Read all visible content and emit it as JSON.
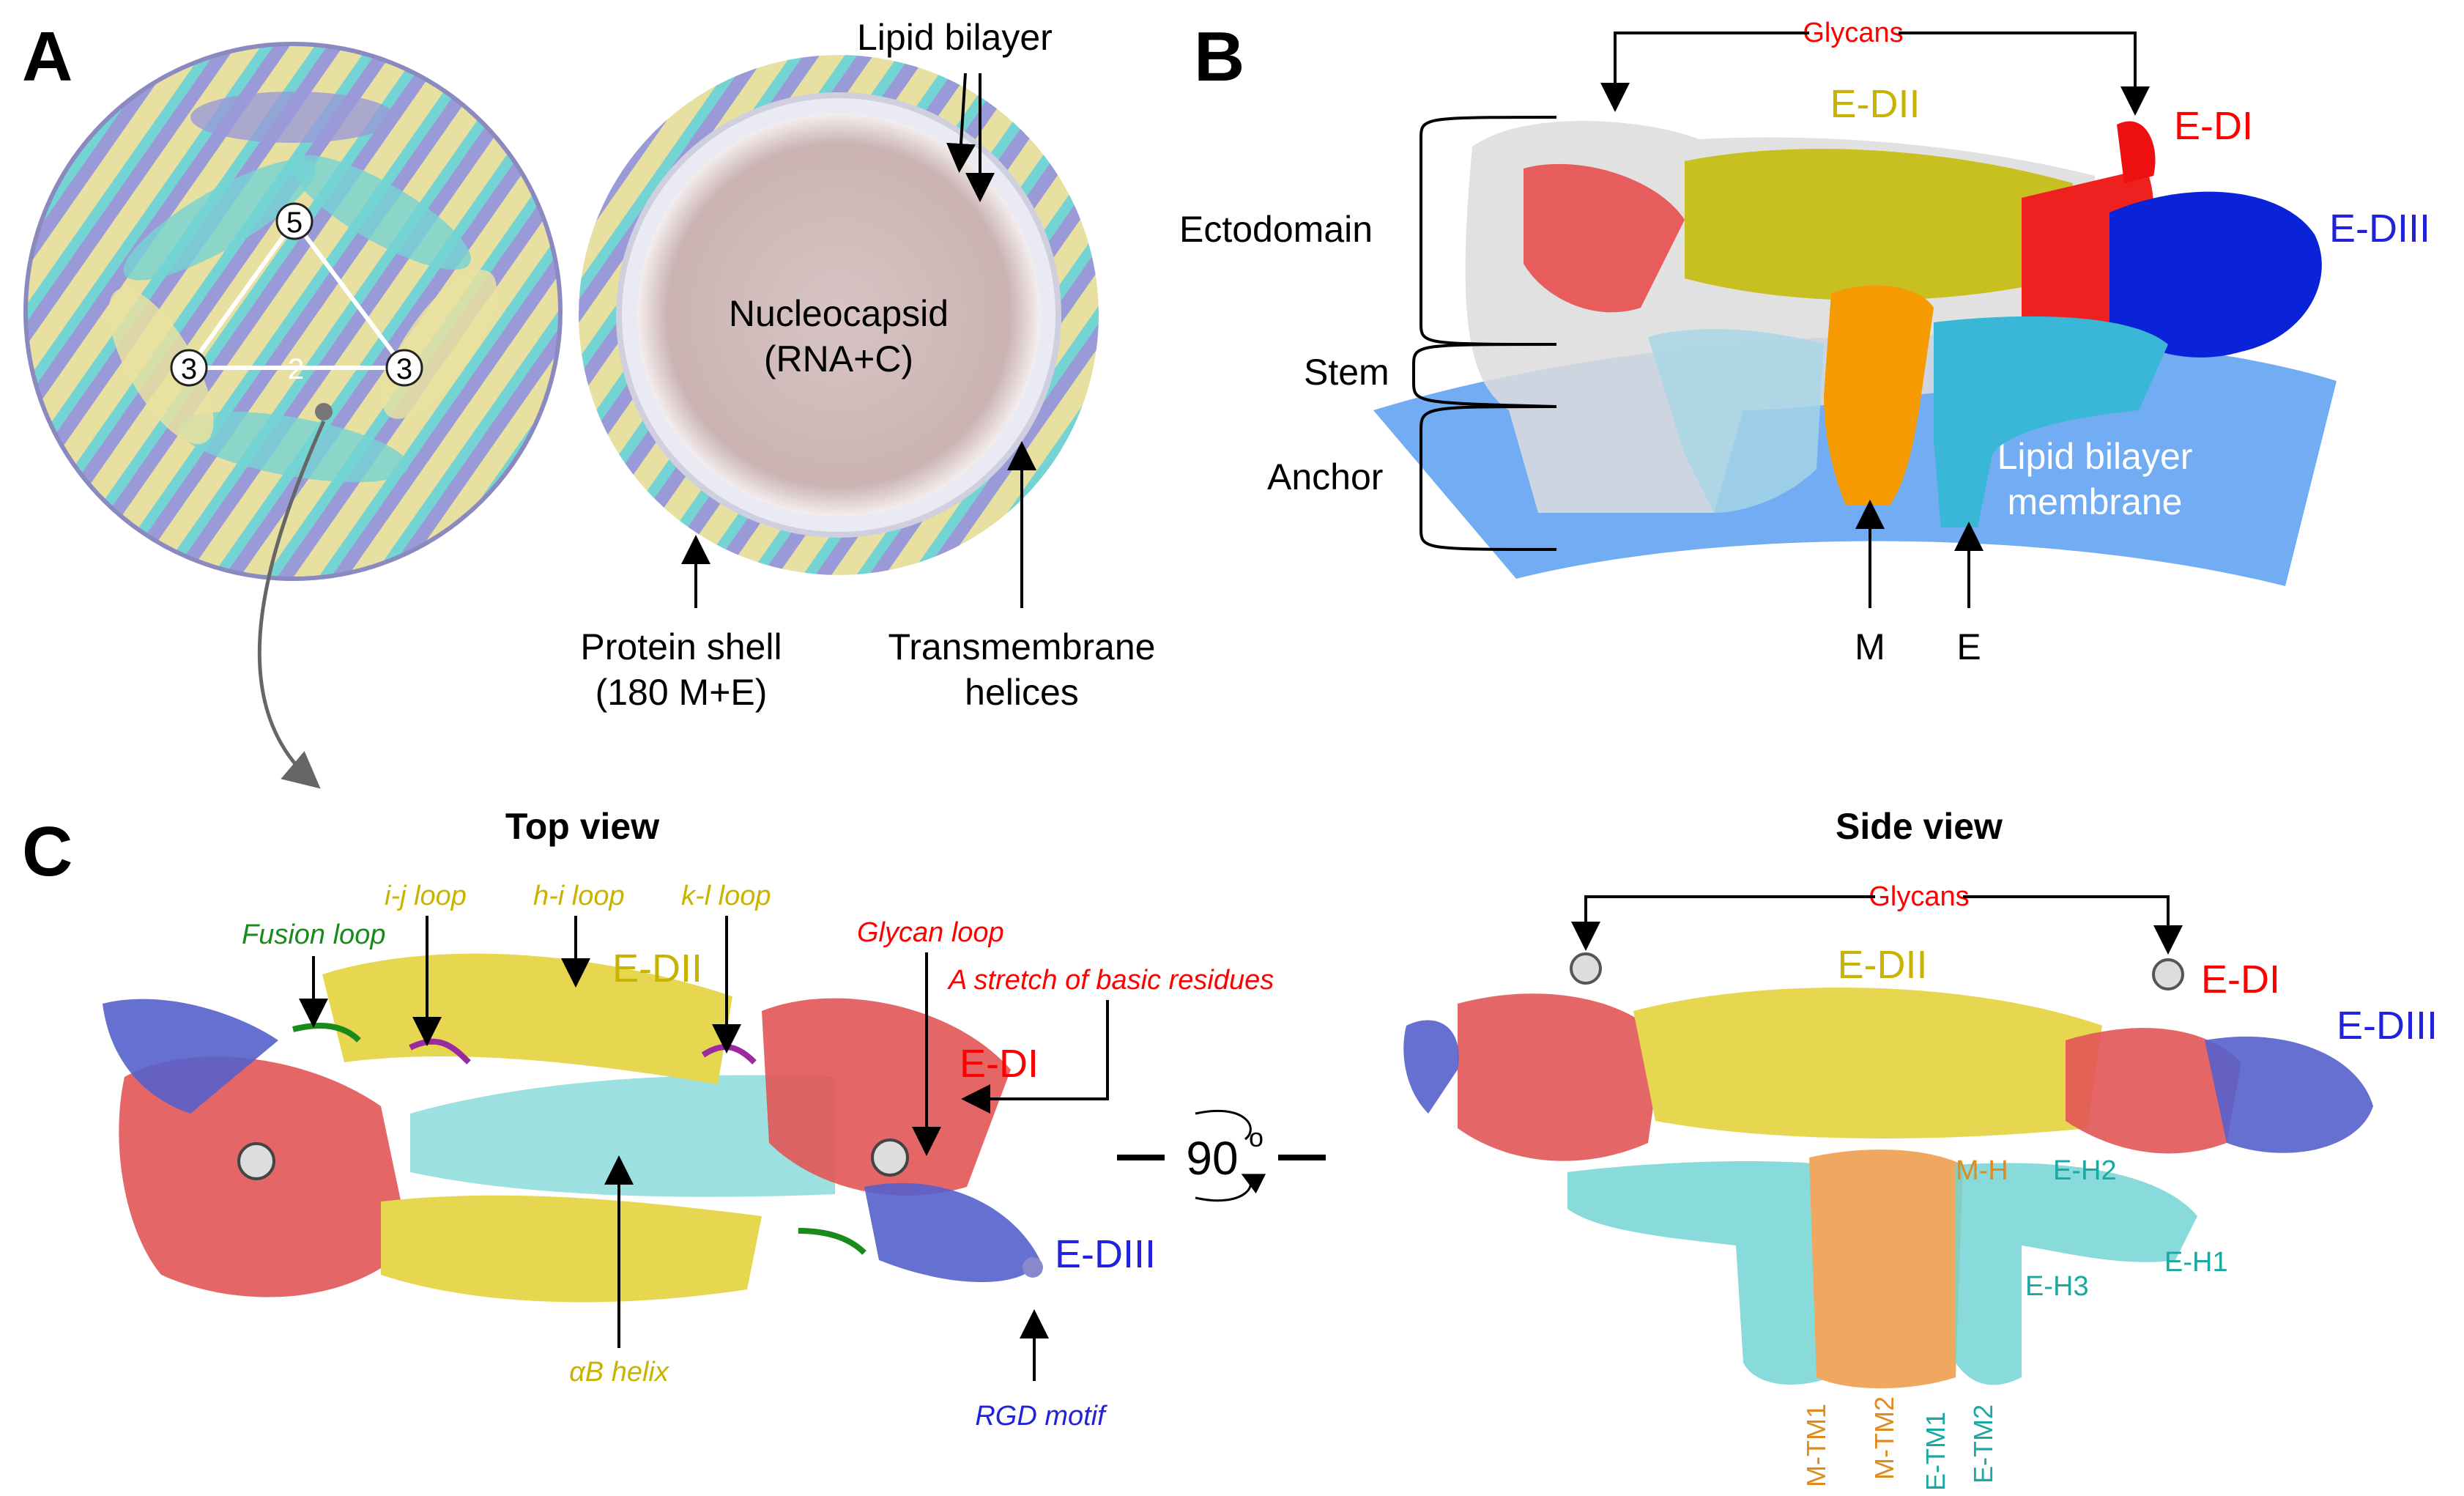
{
  "panels": {
    "a": {
      "letter": "A",
      "symmetry": {
        "five": "5",
        "three_left": "3",
        "two": "2",
        "three_right": "3"
      },
      "labels": {
        "lipid_bilayer": "Lipid bilayer",
        "nucleocapsid_line1": "Nucleocapsid",
        "nucleocapsid_line2": "(RNA+C)",
        "protein_shell_line1": "Protein shell",
        "protein_shell_line2": "(180 M+E)",
        "transmembrane_line1": "Transmembrane",
        "transmembrane_line2": "helices"
      }
    },
    "b": {
      "letter": "B",
      "labels": {
        "glycans": "Glycans",
        "e_dii": "E-DII",
        "e_di": "E-DI",
        "e_diii": "E-DIII",
        "ectodomain": "Ectodomain",
        "stem": "Stem",
        "anchor": "Anchor",
        "lipid_membrane_line1": "Lipid bilayer",
        "lipid_membrane_line2": "membrane",
        "m": "M",
        "e": "E"
      }
    },
    "c": {
      "letter": "C",
      "top_view": {
        "title": "Top view",
        "fusion_loop": "Fusion loop",
        "ij_loop": "i-j loop",
        "hi_loop": "h-i loop",
        "kl_loop": "k-l loop",
        "glycan_loop": "Glycan loop",
        "basic_residues": "A stretch of basic residues",
        "e_dii": "E-DII",
        "e_di": "E-DI",
        "e_diii": "E-DIII",
        "ab_helix": "αB helix",
        "rgd_motif": "RGD motif"
      },
      "rotation": {
        "angle": "90",
        "degree": "o"
      },
      "side_view": {
        "title": "Side view",
        "glycans": "Glycans",
        "e_dii": "E-DII",
        "e_di": "E-DI",
        "e_diii": "E-DIII",
        "m_h": "M-H",
        "e_h2": "E-H2",
        "e_h1": "E-H1",
        "e_h3": "E-H3",
        "m_tm1": "M-TM1",
        "m_tm2": "M-TM2",
        "e_tm1": "E-TM1",
        "e_tm2": "E-TM2"
      }
    }
  },
  "colors": {
    "text": "#000000",
    "red": "#ff0000",
    "yellow_text": "#c8b400",
    "blue_text": "#2222dd",
    "violet_text": "#4444cc",
    "green_text": "#1a8a1a",
    "orange_text": "#e08a20",
    "teal_text": "#1aa8a0",
    "cyan": "#74d3d3",
    "lavender": "#9a9ad8",
    "khaki": "#e8e0a0",
    "membrane": "#6aa8f2"
  }
}
